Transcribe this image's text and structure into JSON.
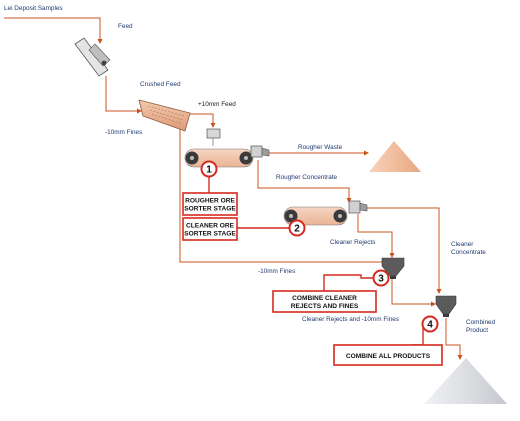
{
  "title": "Lei Deposit Samples",
  "flow_labels": {
    "feed": "Feed",
    "crushed_feed": "Crushed Feed",
    "plus10mm_feed": "+10mm Feed",
    "minus10mm_fines_left": "-10mm Fines",
    "rougher_waste": "Rougher Waste",
    "rougher_concentrate": "Rougher Concentrate",
    "cleaner_rejects": "Cleaner Rejects",
    "cleaner_concentrate_1": "Cleaner",
    "cleaner_concentrate_2": "Concentrate",
    "minus10mm_fines_mid": "-10mm Fines",
    "cleaner_rejects_and_fines": "Cleaner Rejects and -10mm Fines",
    "combined_product_1": "Combined",
    "combined_product_2": "Product"
  },
  "stages": [
    {
      "number": "1",
      "line1": "ROUGHER ORE",
      "line2": "SORTER STAGE"
    },
    {
      "number": "2",
      "line1": "CLEANER ORE",
      "line2": "SORTER STAGE"
    },
    {
      "number": "3",
      "line1": "COMBINE CLEANER",
      "line2": "REJECTS AND FINES"
    },
    {
      "number": "4",
      "line1": "COMBINE ALL PRODUCTS",
      "line2": ""
    }
  ],
  "colors": {
    "flow_line": "#c8531e",
    "stage_marker": "#d42a20",
    "label_text": "#1f3a6e",
    "conveyor_belt": "#efc2a8",
    "hopper": "#5b5b5b",
    "waste_pile": "#f2c1a6",
    "product_pile": "#d9dbe0"
  }
}
